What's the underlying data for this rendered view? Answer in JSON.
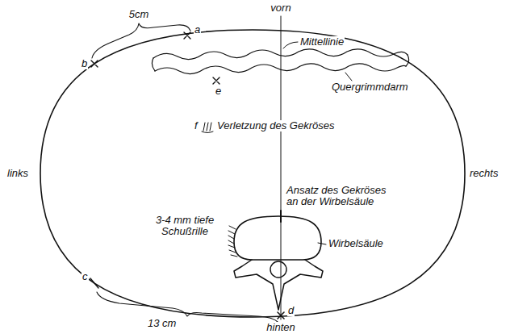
{
  "diagram": {
    "labels": [
      "vorn",
      "5cm",
      "a",
      "b",
      "Mittellinie",
      "Quergrimmdarm",
      "e",
      "links",
      "rechts",
      "f",
      "Verletzung des Gekröses",
      "Ansatz des Gekröses an der Wirbelsäule",
      "3-4 mm tiefe Schußrille",
      "Wirbelsäule",
      "c",
      "d",
      "13 cm",
      "hinten"
    ]
  }
}
